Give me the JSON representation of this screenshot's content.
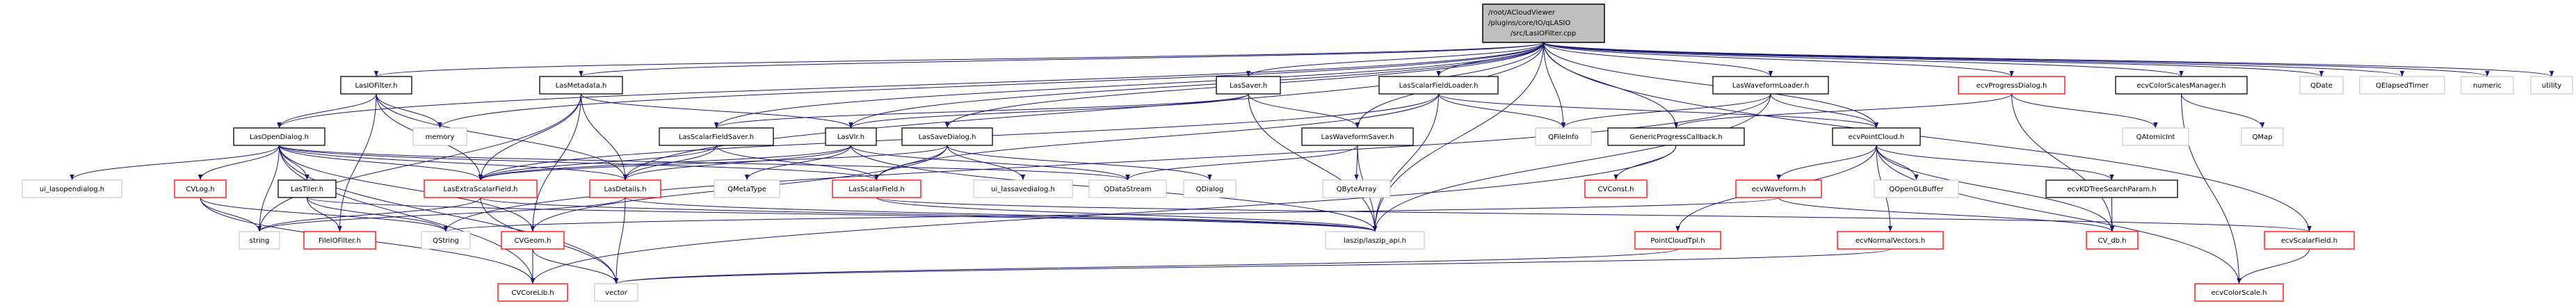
{
  "graph": {
    "root": {
      "id": "root",
      "lines": [
        "/root/ACloudViewer",
        "/plugins/core/IO/qLASIO",
        "/src/LasIOFilter.cpp"
      ],
      "kind": "root"
    },
    "nodes": [
      {
        "id": "LasIOFilter",
        "label": "LasIOFilter.h",
        "kind": "documented"
      },
      {
        "id": "LasMetadata",
        "label": "LasMetadata.h",
        "kind": "documented"
      },
      {
        "id": "LasSaver",
        "label": "LasSaver.h",
        "kind": "documented"
      },
      {
        "id": "LasScalarFieldLoader",
        "label": "LasScalarFieldLoader.h",
        "kind": "documented"
      },
      {
        "id": "LasWaveformLoader",
        "label": "LasWaveformLoader.h",
        "kind": "documented"
      },
      {
        "id": "ecvProgressDialog",
        "label": "ecvProgressDialog.h",
        "kind": "truncated"
      },
      {
        "id": "ecvColorScalesManager",
        "label": "ecvColorScalesManager.h",
        "kind": "documented"
      },
      {
        "id": "QDate",
        "label": "QDate",
        "kind": "external"
      },
      {
        "id": "QElapsedTimer",
        "label": "QElapsedTimer",
        "kind": "external"
      },
      {
        "id": "numeric",
        "label": "numeric",
        "kind": "external"
      },
      {
        "id": "utility",
        "label": "utility",
        "kind": "external"
      },
      {
        "id": "LasOpenDialog",
        "label": "LasOpenDialog.h",
        "kind": "documented"
      },
      {
        "id": "memory",
        "label": "memory",
        "kind": "external"
      },
      {
        "id": "LasScalarFieldSaver",
        "label": "LasScalarFieldSaver.h",
        "kind": "documented"
      },
      {
        "id": "LasVlr",
        "label": "LasVlr.h",
        "kind": "documented"
      },
      {
        "id": "LasSaveDialog",
        "label": "LasSaveDialog.h",
        "kind": "documented"
      },
      {
        "id": "LasWaveformSaver",
        "label": "LasWaveformSaver.h",
        "kind": "documented"
      },
      {
        "id": "QFileInfo",
        "label": "QFileInfo",
        "kind": "external"
      },
      {
        "id": "GenericProgressCallback",
        "label": "GenericProgressCallback.h",
        "kind": "documented"
      },
      {
        "id": "ecvPointCloud",
        "label": "ecvPointCloud.h",
        "kind": "documented"
      },
      {
        "id": "QAtomicInt",
        "label": "QAtomicInt",
        "kind": "external"
      },
      {
        "id": "QMap",
        "label": "QMap",
        "kind": "external"
      },
      {
        "id": "ui_lasopendialog",
        "label": "ui_lasopendialog.h",
        "kind": "external"
      },
      {
        "id": "CVLog",
        "label": "CVLog.h",
        "kind": "truncated"
      },
      {
        "id": "LasTiler",
        "label": "LasTiler.h",
        "kind": "documented"
      },
      {
        "id": "LasExtraScalarField",
        "label": "LasExtraScalarField.h",
        "kind": "truncated"
      },
      {
        "id": "LasDetails",
        "label": "LasDetails.h",
        "kind": "truncated"
      },
      {
        "id": "QMetaType",
        "label": "QMetaType",
        "kind": "external"
      },
      {
        "id": "LasScalarField",
        "label": "LasScalarField.h",
        "kind": "truncated"
      },
      {
        "id": "ui_lassavedialog",
        "label": "ui_lassavedialog.h",
        "kind": "external"
      },
      {
        "id": "QDataStream",
        "label": "QDataStream",
        "kind": "external"
      },
      {
        "id": "QDialog",
        "label": "QDialog",
        "kind": "external"
      },
      {
        "id": "QByteArray",
        "label": "QByteArray",
        "kind": "external"
      },
      {
        "id": "CVConst",
        "label": "CVConst.h",
        "kind": "truncated"
      },
      {
        "id": "ecvWaveform",
        "label": "ecvWaveform.h",
        "kind": "truncated"
      },
      {
        "id": "QOpenGLBuffer",
        "label": "QOpenGLBuffer",
        "kind": "external"
      },
      {
        "id": "ecvKDTreeSearchParam",
        "label": "ecvKDTreeSearchParam.h",
        "kind": "documented"
      },
      {
        "id": "string",
        "label": "string",
        "kind": "external"
      },
      {
        "id": "FileIOFilter",
        "label": "FileIOFilter.h",
        "kind": "truncated"
      },
      {
        "id": "QString",
        "label": "QString",
        "kind": "external"
      },
      {
        "id": "CVGeom",
        "label": "CVGeom.h",
        "kind": "truncated"
      },
      {
        "id": "laszip_api",
        "label": "laszip/laszip_api.h",
        "kind": "external"
      },
      {
        "id": "PointCloudTpl",
        "label": "PointCloudTpl.h",
        "kind": "truncated"
      },
      {
        "id": "ecvNormalVectors",
        "label": "ecvNormalVectors.h",
        "kind": "truncated"
      },
      {
        "id": "CV_db",
        "label": "CV_db.h",
        "kind": "truncated"
      },
      {
        "id": "ecvScalarField",
        "label": "ecvScalarField.h",
        "kind": "truncated"
      },
      {
        "id": "CVCoreLib",
        "label": "CVCoreLib.h",
        "kind": "truncated"
      },
      {
        "id": "vector",
        "label": "vector",
        "kind": "external"
      },
      {
        "id": "ecvColorScale",
        "label": "ecvColorScale.h",
        "kind": "truncated"
      }
    ],
    "edges": [
      [
        "root",
        "LasIOFilter"
      ],
      [
        "root",
        "LasMetadata"
      ],
      [
        "root",
        "LasOpenDialog"
      ],
      [
        "root",
        "memory"
      ],
      [
        "root",
        "LasScalarFieldSaver"
      ],
      [
        "root",
        "LasVlr"
      ],
      [
        "root",
        "LasSaveDialog"
      ],
      [
        "root",
        "LasSaver"
      ],
      [
        "root",
        "LasScalarFieldLoader"
      ],
      [
        "root",
        "LasWaveformSaver"
      ],
      [
        "root",
        "laszip_api"
      ],
      [
        "root",
        "QFileInfo"
      ],
      [
        "root",
        "GenericProgressCallback"
      ],
      [
        "root",
        "LasWaveformLoader"
      ],
      [
        "root",
        "ecvPointCloud"
      ],
      [
        "root",
        "ecvProgressDialog"
      ],
      [
        "root",
        "ecvColorScalesManager"
      ],
      [
        "root",
        "QDate"
      ],
      [
        "root",
        "QElapsedTimer"
      ],
      [
        "root",
        "numeric"
      ],
      [
        "root",
        "utility"
      ],
      [
        "root",
        "ecvScalarField"
      ],
      [
        "root",
        "LasDetails"
      ],
      [
        "LasIOFilter",
        "LasOpenDialog"
      ],
      [
        "LasIOFilter",
        "memory"
      ],
      [
        "LasIOFilter",
        "LasExtraScalarField"
      ],
      [
        "LasIOFilter",
        "LasDetails"
      ],
      [
        "LasIOFilter",
        "FileIOFilter"
      ],
      [
        "LasMetadata",
        "LasExtraScalarField"
      ],
      [
        "LasMetadata",
        "LasDetails"
      ],
      [
        "LasMetadata",
        "LasVlr"
      ],
      [
        "LasMetadata",
        "CVGeom"
      ],
      [
        "LasMetadata",
        "string"
      ],
      [
        "LasOpenDialog",
        "ui_lasopendialog"
      ],
      [
        "LasOpenDialog",
        "CVLog"
      ],
      [
        "LasOpenDialog",
        "string"
      ],
      [
        "LasOpenDialog",
        "LasTiler"
      ],
      [
        "LasOpenDialog",
        "LasExtraScalarField"
      ],
      [
        "LasOpenDialog",
        "LasDetails"
      ],
      [
        "LasOpenDialog",
        "CVGeom"
      ],
      [
        "LasOpenDialog",
        "LasScalarField"
      ],
      [
        "LasOpenDialog",
        "QDataStream"
      ],
      [
        "LasOpenDialog",
        "vector"
      ],
      [
        "LasOpenDialog",
        "CVCoreLib"
      ],
      [
        "CVLog",
        "string"
      ],
      [
        "CVLog",
        "QString"
      ],
      [
        "CVLog",
        "CVCoreLib"
      ],
      [
        "LasTiler",
        "FileIOFilter"
      ],
      [
        "LasTiler",
        "QString"
      ],
      [
        "LasTiler",
        "laszip_api"
      ],
      [
        "LasExtraScalarField",
        "string"
      ],
      [
        "LasExtraScalarField",
        "vector"
      ],
      [
        "LasExtraScalarField",
        "laszip_api"
      ],
      [
        "LasDetails",
        "string"
      ],
      [
        "LasDetails",
        "vector"
      ],
      [
        "LasDetails",
        "laszip_api"
      ],
      [
        "CVGeom",
        "CVCoreLib"
      ],
      [
        "CVGeom",
        "vector"
      ],
      [
        "LasScalarFieldSaver",
        "LasExtraScalarField"
      ],
      [
        "LasScalarFieldSaver",
        "LasScalarField"
      ],
      [
        "LasScalarFieldSaver",
        "LasDetails"
      ],
      [
        "LasVlr",
        "QMetaType"
      ],
      [
        "LasVlr",
        "LasExtraScalarField"
      ],
      [
        "LasVlr",
        "LasDetails"
      ],
      [
        "LasVlr",
        "QDataStream"
      ],
      [
        "LasVlr",
        "laszip_api"
      ],
      [
        "LasSaveDialog",
        "LasScalarField"
      ],
      [
        "LasSaveDialog",
        "ui_lassavedialog"
      ],
      [
        "LasSaveDialog",
        "QDialog"
      ],
      [
        "LasSaveDialog",
        "LasExtraScalarField"
      ],
      [
        "LasSaveDialog",
        "CVGeom"
      ],
      [
        "LasScalarField",
        "laszip_api"
      ],
      [
        "LasScalarField",
        "ecvScalarField"
      ],
      [
        "LasSaver",
        "LasWaveformSaver"
      ],
      [
        "LasSaver",
        "laszip_api"
      ],
      [
        "LasSaver",
        "LasScalarFieldSaver"
      ],
      [
        "LasSaver",
        "LasVlr"
      ],
      [
        "LasWaveformSaver",
        "QByteArray"
      ],
      [
        "LasWaveformSaver",
        "QDataStream"
      ],
      [
        "LasWaveformSaver",
        "laszip_api"
      ],
      [
        "LasScalarFieldLoader",
        "QFileInfo"
      ],
      [
        "LasScalarFieldLoader",
        "ecvPointCloud"
      ],
      [
        "LasScalarFieldLoader",
        "laszip_api"
      ],
      [
        "LasScalarFieldLoader",
        "LasScalarField"
      ],
      [
        "LasScalarFieldLoader",
        "LasExtraScalarField"
      ],
      [
        "LasWaveformLoader",
        "QFileInfo"
      ],
      [
        "LasWaveformLoader",
        "ecvPointCloud"
      ],
      [
        "LasWaveformLoader",
        "laszip_api"
      ],
      [
        "LasWaveformLoader",
        "QString"
      ],
      [
        "GenericProgressCallback",
        "CVConst"
      ],
      [
        "GenericProgressCallback",
        "CVCoreLib"
      ],
      [
        "ecvProgressDialog",
        "GenericProgressCallback"
      ],
      [
        "ecvProgressDialog",
        "QAtomicInt"
      ],
      [
        "ecvProgressDialog",
        "CV_db"
      ],
      [
        "ecvPointCloud",
        "ecvWaveform"
      ],
      [
        "ecvPointCloud",
        "QOpenGLBuffer"
      ],
      [
        "ecvPointCloud",
        "ecvKDTreeSearchParam"
      ],
      [
        "ecvPointCloud",
        "PointCloudTpl"
      ],
      [
        "ecvPointCloud",
        "ecvNormalVectors"
      ],
      [
        "ecvPointCloud",
        "ecvColorScale"
      ],
      [
        "ecvPointCloud",
        "CV_db"
      ],
      [
        "ecvWaveform",
        "CV_db"
      ],
      [
        "ecvWaveform",
        "QString"
      ],
      [
        "ecvKDTreeSearchParam",
        "CV_db"
      ],
      [
        "PointCloudTpl",
        "vector"
      ],
      [
        "ecvNormalVectors",
        "vector"
      ],
      [
        "ecvColorScalesManager",
        "QMap"
      ],
      [
        "ecvColorScalesManager",
        "ecvColorScale"
      ],
      [
        "ecvScalarField",
        "ecvColorScale"
      ]
    ],
    "colors": {
      "edge": "#191970",
      "documented_border": "#000000",
      "truncated_border": "#ff0000",
      "external_border": "#bfbfbf",
      "root_fill": "#bfbfbf"
    }
  }
}
